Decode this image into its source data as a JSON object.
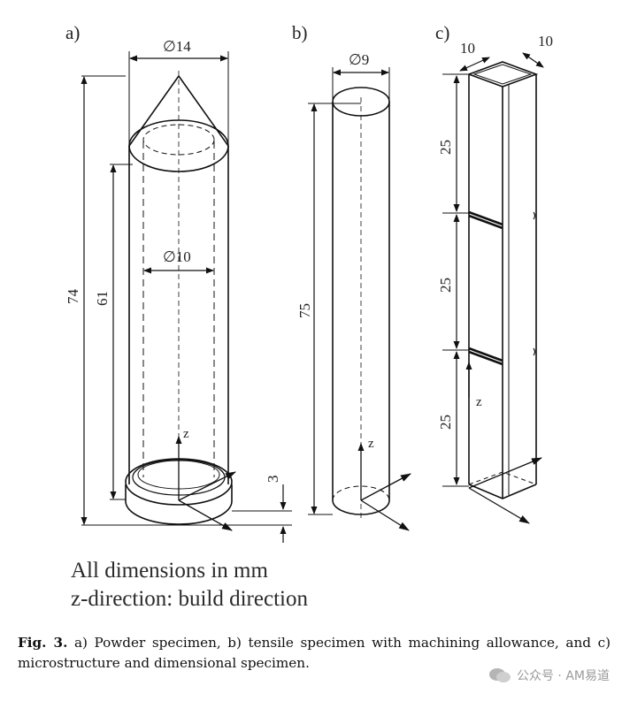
{
  "panels": {
    "a": {
      "label": "a)",
      "top_diameter": "∅14",
      "inner_diameter": "∅10",
      "total_height": "74",
      "inner_height": "61",
      "base_height": "3",
      "axis": "z"
    },
    "b": {
      "label": "b)",
      "diameter": "∅9",
      "height": "75",
      "axis": "z"
    },
    "c": {
      "label": "c)",
      "width": "10",
      "depth": "10",
      "segment_1": "25",
      "segment_2": "25",
      "segment_3": "25",
      "axis": "z"
    }
  },
  "notes": {
    "line1": "All dimensions in mm",
    "line2": "z-direction: build direction"
  },
  "caption": {
    "prefix": "Fig. 3.",
    "text": " a) Powder specimen, b) tensile specimen with machining allowance, and c) microstructure and dimensional specimen."
  },
  "watermark": {
    "text": "公众号 · AM易道"
  }
}
